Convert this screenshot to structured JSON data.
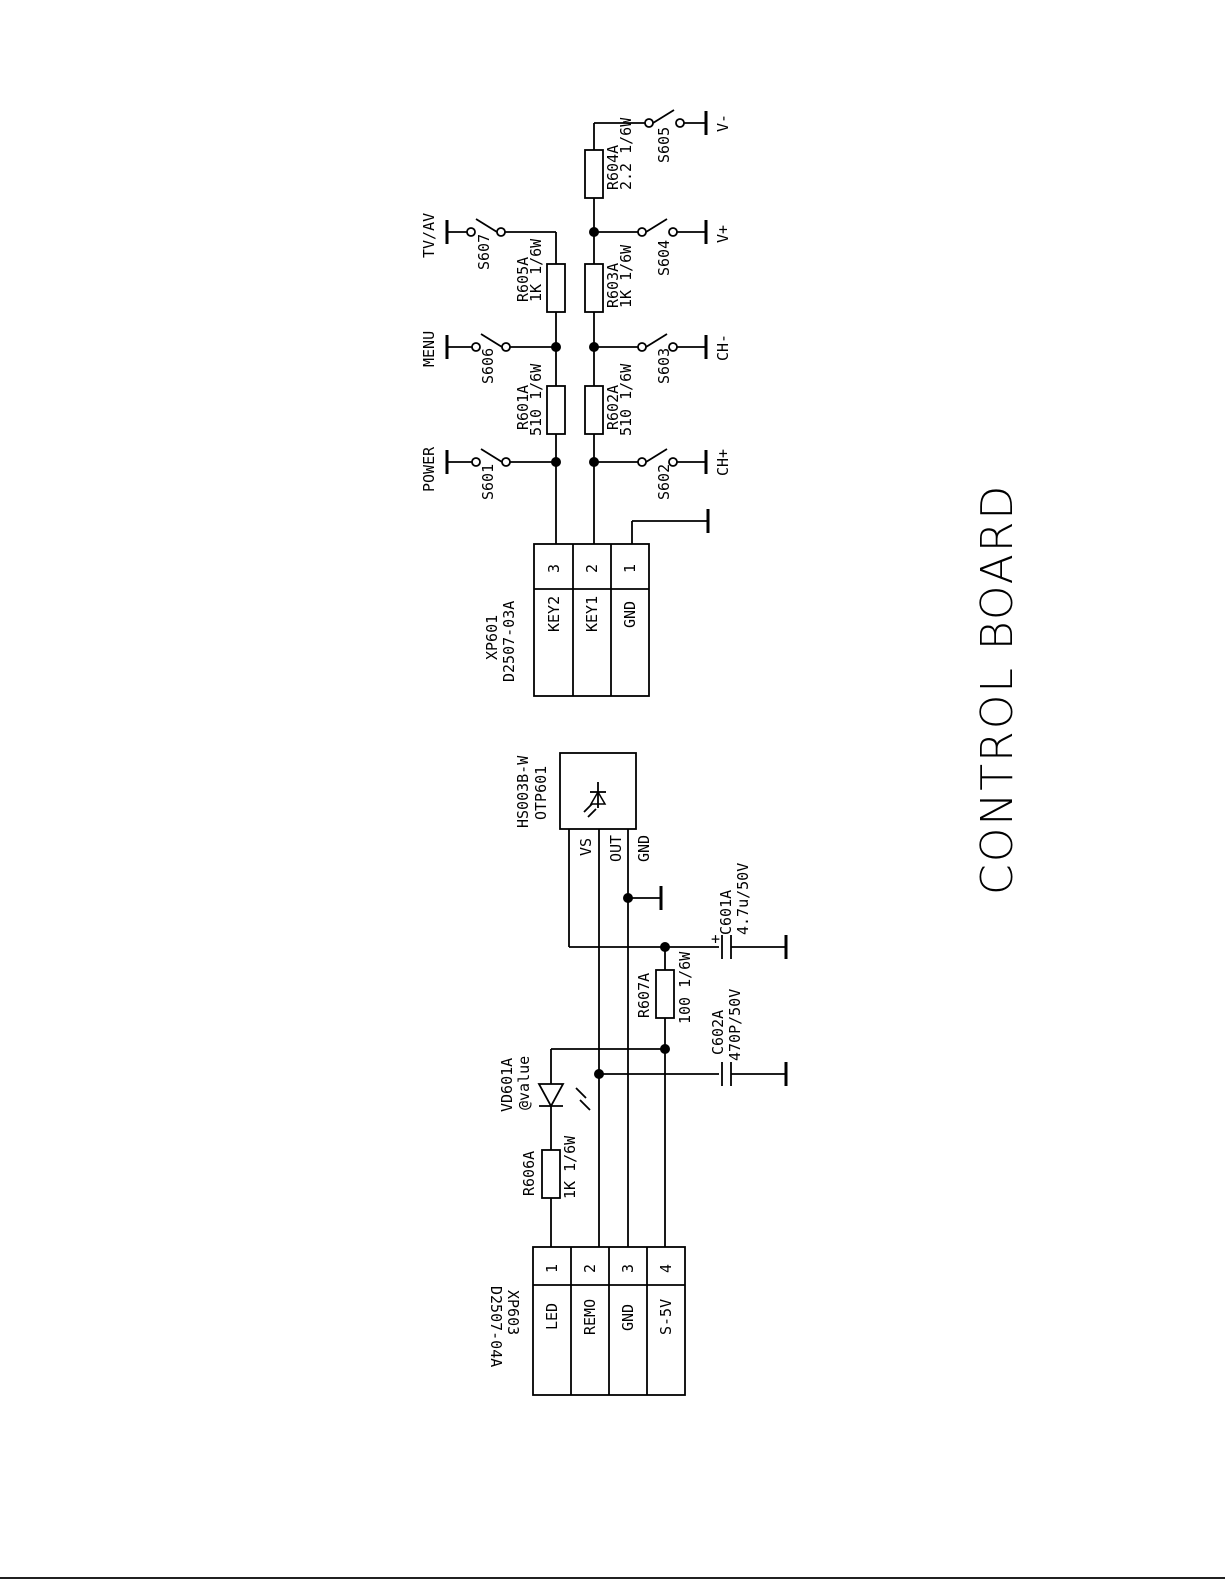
{
  "title": "CONTROL BOARD",
  "xp601": {
    "ref": "XP601",
    "part": "D2507-03A",
    "pins": [
      {
        "num": "3",
        "name": "KEY2"
      },
      {
        "num": "2",
        "name": "KEY1"
      },
      {
        "num": "1",
        "name": "GND"
      }
    ]
  },
  "switches": [
    {
      "ref": "S601",
      "label": "POWER"
    },
    {
      "ref": "S606",
      "label": "MENU"
    },
    {
      "ref": "S607",
      "label": "TV/AV"
    },
    {
      "ref": "S602",
      "label": "CH+"
    },
    {
      "ref": "S603",
      "label": "CH-"
    },
    {
      "ref": "S604",
      "label": "V+"
    },
    {
      "ref": "S605",
      "label": "V-"
    }
  ],
  "resistors_key": [
    {
      "ref": "R601A",
      "value": "510 1/6W"
    },
    {
      "ref": "R605A",
      "value": "1K 1/6W"
    },
    {
      "ref": "R602A",
      "value": "510 1/6W"
    },
    {
      "ref": "R603A",
      "value": "1K 1/6W"
    },
    {
      "ref": "R604A",
      "value": "2.2 1/6W"
    }
  ],
  "otp601": {
    "part": "HS003B-W",
    "ref": "OTP601",
    "pins": [
      "VS",
      "OUT",
      "GND"
    ]
  },
  "c601a": {
    "ref": "C601A",
    "value": "4.7u/50V",
    "polarity": "+"
  },
  "c602a": {
    "ref": "C602A",
    "value": "470P/50V"
  },
  "r607a": {
    "ref": "R607A",
    "value": "100 1/6W"
  },
  "r606a": {
    "ref": "R606A",
    "value": "1K 1/6W"
  },
  "vd601a": {
    "ref": "VD601A",
    "value": "@value"
  },
  "xp603": {
    "ref": "XP603",
    "part": "D2507-04A",
    "pins": [
      {
        "num": "1",
        "name": "LED"
      },
      {
        "num": "2",
        "name": "REMO"
      },
      {
        "num": "3",
        "name": "GND"
      },
      {
        "num": "4",
        "name": "S-5V"
      }
    ]
  }
}
